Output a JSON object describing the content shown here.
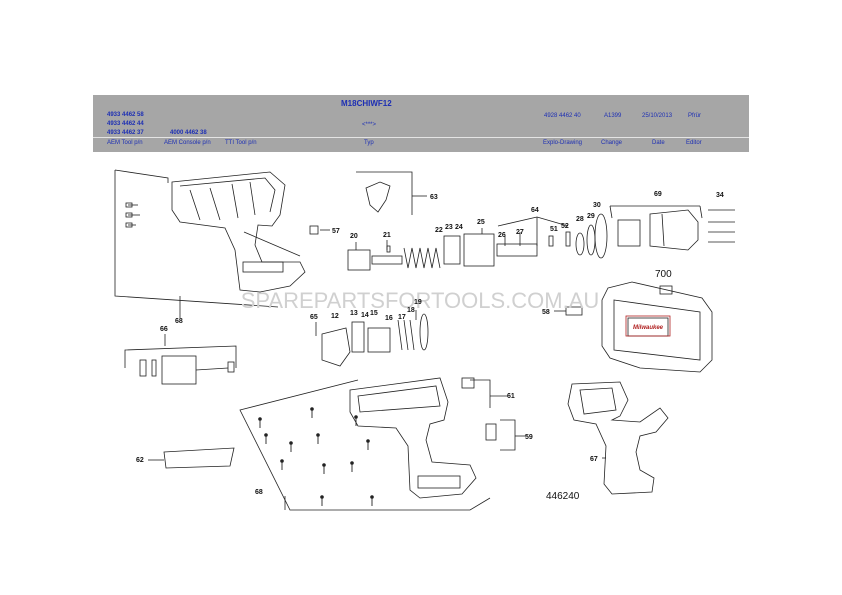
{
  "header": {
    "model": "M18CHIWF12",
    "typ": "<***>",
    "aem_tool_pn": [
      "4933 4462 58",
      "4933 4462 44",
      "4933 4462 37"
    ],
    "aem_console_pn": "4000 4462 38",
    "explo_drawing": "4928 4462 40",
    "change": "A1399",
    "date": "25/10/2013",
    "editor": "Pfrür",
    "labels": {
      "aem_tool": "AEM Tool p/n",
      "aem_console": "AEM Console p/n",
      "tti_tool": "TTI Tool p/n",
      "typ": "Typ",
      "explo": "Explo-Drawing",
      "change": "Change",
      "date": "Date",
      "editor": "Editor"
    }
  },
  "watermark": "SPAREPARTSFORTOOLS.COM.AU",
  "drawing_number": "446240",
  "case_brand": "Milwaukee",
  "part_numbers": [
    "63",
    "57",
    "20",
    "21",
    "22",
    "23",
    "24",
    "25",
    "26",
    "27",
    "64",
    "51",
    "52",
    "28",
    "29",
    "30",
    "69",
    "34",
    "700",
    "65",
    "12",
    "13",
    "14",
    "15",
    "16",
    "17",
    "18",
    "19",
    "58",
    "66",
    "68",
    "61",
    "59",
    "62",
    "67",
    "68"
  ]
}
